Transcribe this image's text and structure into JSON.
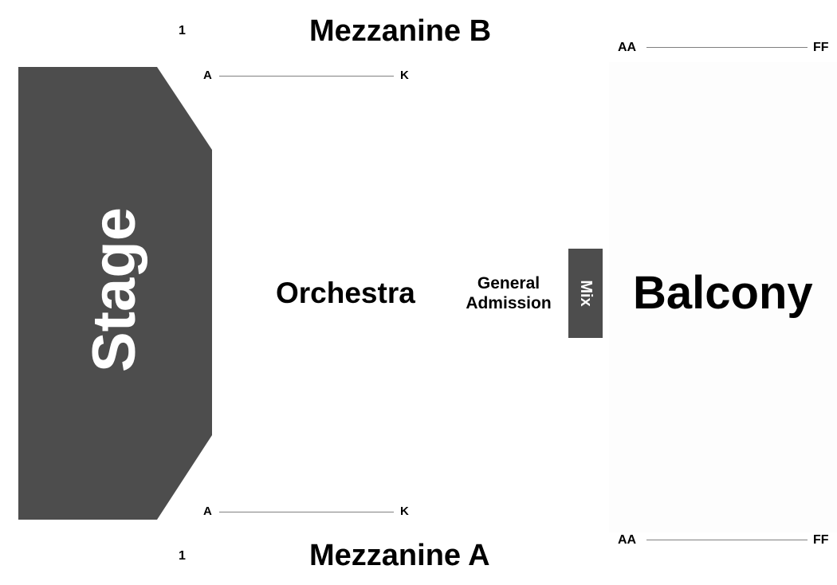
{
  "stage": {
    "label": "Stage",
    "color": "#4d4d4d"
  },
  "sections": {
    "mezzanine_b": {
      "title": "Mezzanine B",
      "seat_start": "1",
      "row_start": "A",
      "row_end": "K"
    },
    "mezzanine_a": {
      "title": "Mezzanine A",
      "seat_start": "1",
      "row_start": "A",
      "row_end": "K"
    },
    "orchestra": {
      "title": "Orchestra"
    },
    "general_admission": {
      "line1": "General",
      "line2": "Admission"
    },
    "mix": {
      "label": "Mix",
      "color": "#4d4d4d"
    },
    "balcony": {
      "title": "Balcony",
      "top_row_start": "AA",
      "top_row_end": "FF",
      "bottom_row_start": "AA",
      "bottom_row_end": "FF"
    }
  },
  "colors": {
    "stage_fill": "#4d4d4d",
    "row_line": "#808080",
    "text": "#000000",
    "stage_text": "#ffffff"
  }
}
